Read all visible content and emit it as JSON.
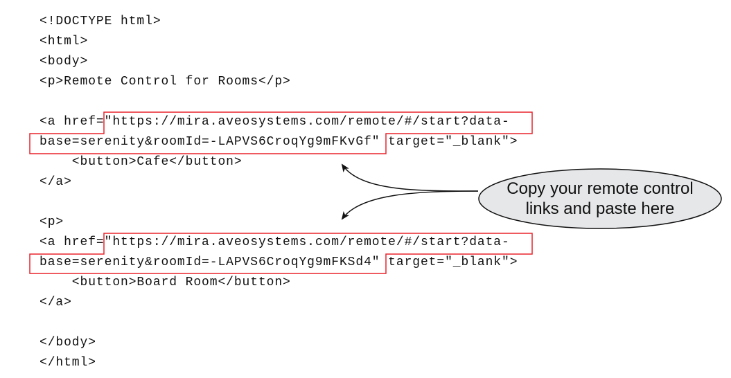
{
  "code_lines": [
    "<!DOCTYPE html>",
    "<html>",
    "<body>",
    "<p>Remote Control for Rooms</p>",
    "",
    "<a href=\"https://mira.aveosystems.com/remote/#/start?data-",
    "base=serenity&roomId=-LAPVS6CroqYg9mFKvGf\" target=\"_blank\">",
    "    <button>Cafe</button>",
    "</a>",
    "",
    "<p>",
    "<a href=\"https://mira.aveosystems.com/remote/#/start?data-",
    "base=serenity&roomId=-LAPVS6CroqYg9mFKSd4\" target=\"_blank\">",
    "    <button>Board Room</button>",
    "</a>",
    "",
    "</body>",
    "</html>"
  ],
  "callout": {
    "line1": "Copy your remote control",
    "line2": "links and paste here"
  },
  "colors": {
    "highlight": "#e8242b",
    "callout_fill": "#e6e7e9"
  }
}
